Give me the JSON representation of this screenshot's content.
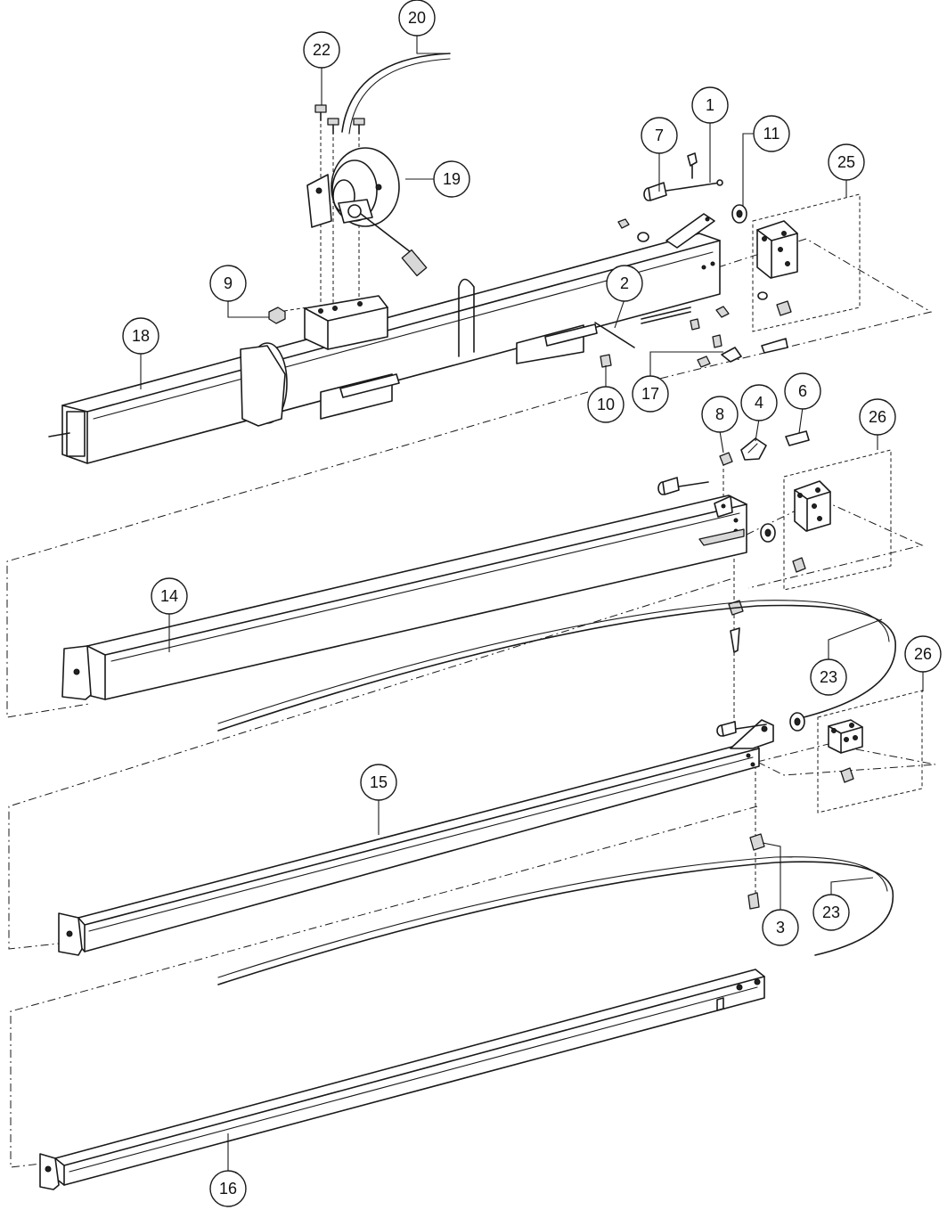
{
  "colors": {
    "line": "#1a1a1a",
    "background": "#ffffff",
    "shade": "#d8d8d8"
  },
  "callouts": [
    {
      "id": "c20",
      "label": "20"
    },
    {
      "id": "c22",
      "label": "22"
    },
    {
      "id": "c19",
      "label": "19"
    },
    {
      "id": "c1",
      "label": "1"
    },
    {
      "id": "c7",
      "label": "7"
    },
    {
      "id": "c11",
      "label": "11"
    },
    {
      "id": "c25",
      "label": "25"
    },
    {
      "id": "c9",
      "label": "9"
    },
    {
      "id": "c2",
      "label": "2"
    },
    {
      "id": "c18",
      "label": "18"
    },
    {
      "id": "c10",
      "label": "10"
    },
    {
      "id": "c17",
      "label": "17"
    },
    {
      "id": "c8",
      "label": "8"
    },
    {
      "id": "c4",
      "label": "4"
    },
    {
      "id": "c6",
      "label": "6"
    },
    {
      "id": "c26a",
      "label": "26"
    },
    {
      "id": "c14",
      "label": "14"
    },
    {
      "id": "c23a",
      "label": "23"
    },
    {
      "id": "c26b",
      "label": "26"
    },
    {
      "id": "c15",
      "label": "15"
    },
    {
      "id": "c3",
      "label": "3"
    },
    {
      "id": "c23b",
      "label": "23"
    },
    {
      "id": "c16",
      "label": "16"
    }
  ]
}
